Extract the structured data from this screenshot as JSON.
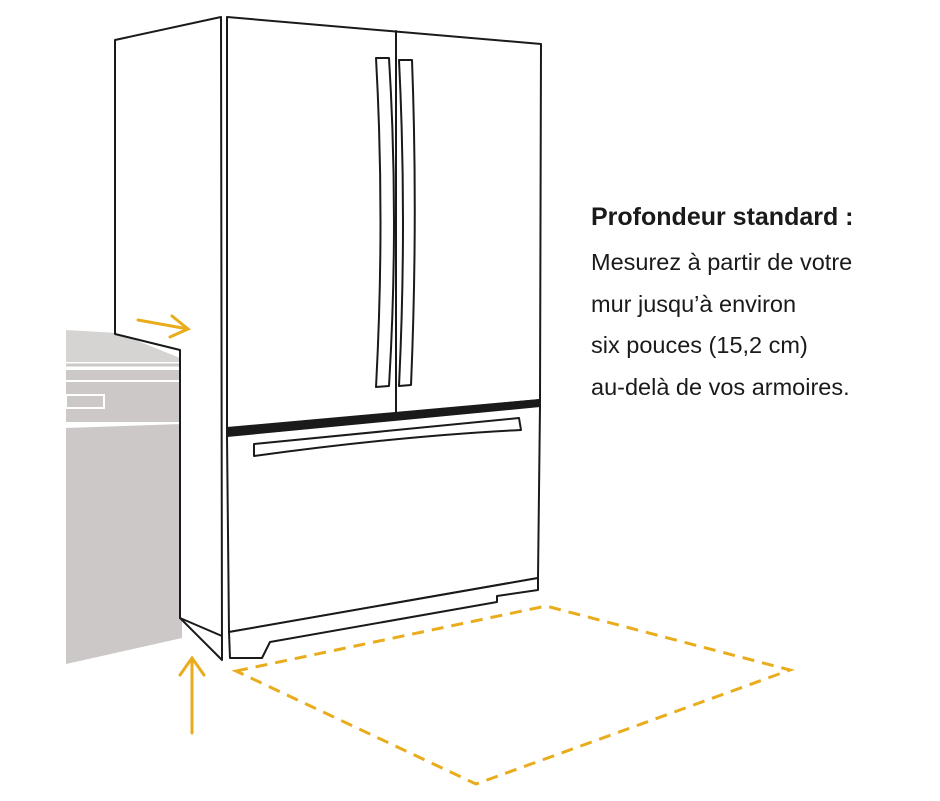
{
  "caption": {
    "title": "Profondeur standard :",
    "lines": [
      "Mesurez à partir de votre",
      "mur jusqu’à environ",
      "six pouces (15,2 cm)",
      "au-delà de vos armoires."
    ]
  },
  "colors": {
    "outline": "#1a1a1a",
    "accent": "#e9ac1c",
    "cabinet": "#cbc8c7",
    "counter": "#d6d4d3",
    "background": "#ffffff"
  },
  "icons": {
    "wall_arrow": "arrow-right-icon",
    "cabinet_arrow": "arrow-up-icon"
  }
}
